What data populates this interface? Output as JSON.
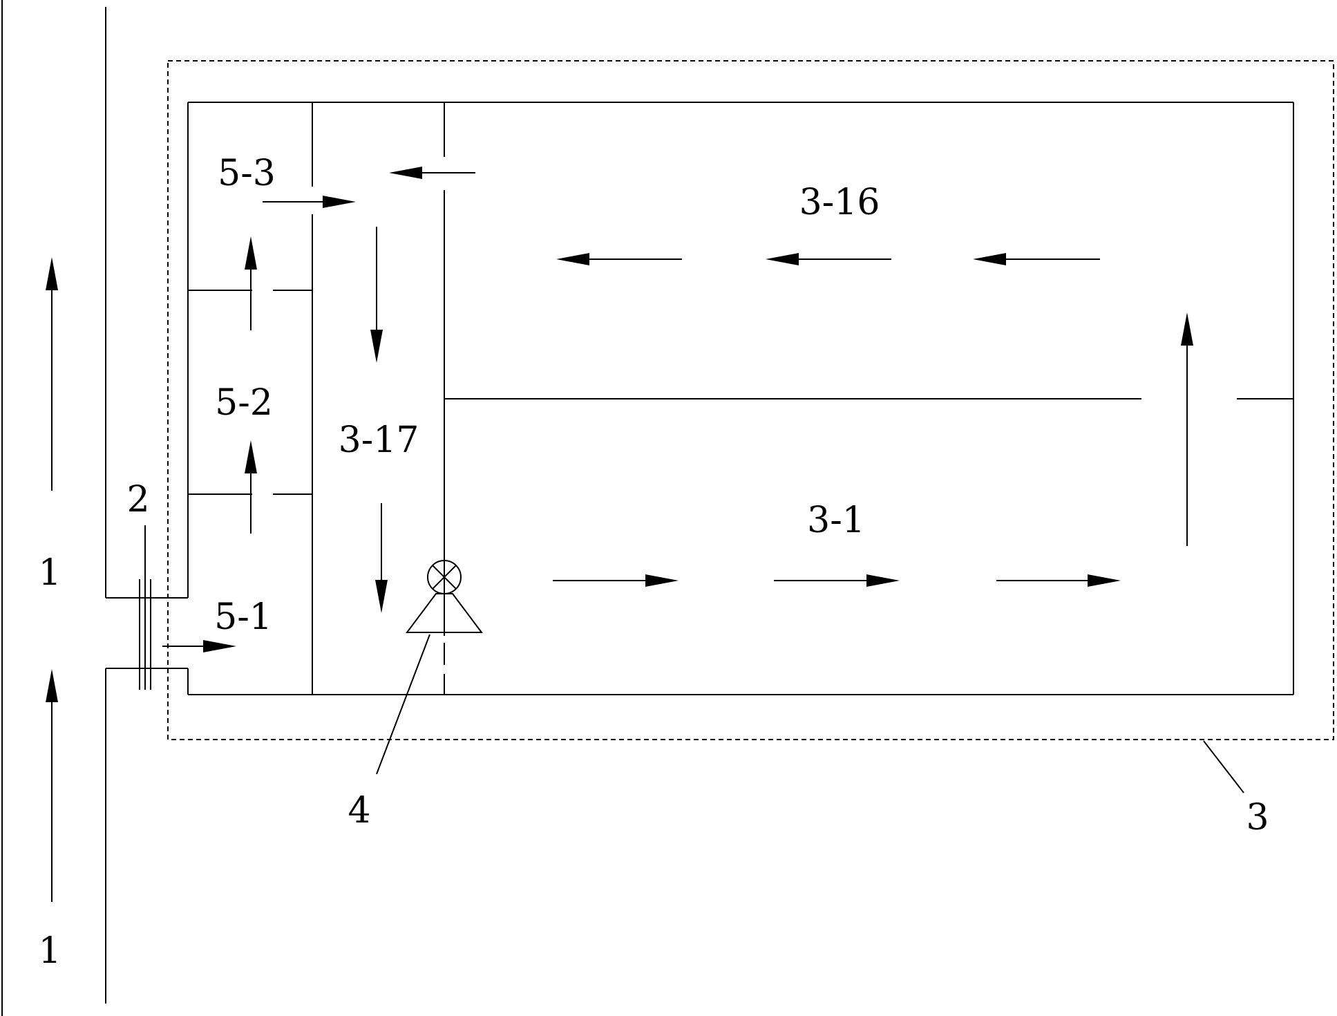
{
  "labels": {
    "pipe_lower": "1",
    "pipe_upper": "1",
    "screen": "2",
    "outer_tank": "3",
    "pump": "4",
    "zone_3_1": "3-1",
    "zone_3_16": "3-16",
    "zone_3_17": "3-17",
    "zone_5_1": "5-1",
    "zone_5_2": "5-2",
    "zone_5_3": "5-3"
  }
}
